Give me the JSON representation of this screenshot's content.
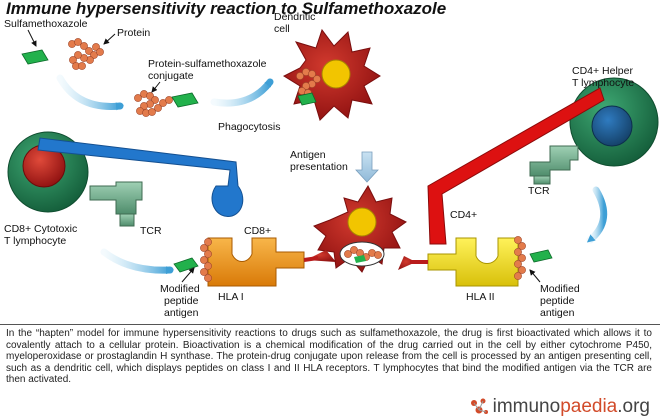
{
  "title": "Immune hypersensitivity reaction to Sulfamethoxazole",
  "labels": {
    "sulfamethoxazole": "Sulfamethoxazole",
    "protein": "Protein",
    "conjugate_1": "Protein-sulfamethoxazole",
    "conjugate_2": "conjugate",
    "dendritic_1": "Dendritic",
    "dendritic_2": "cell",
    "phagocytosis": "Phagocytosis",
    "antigen_1": "Antigen",
    "antigen_2": "presentation",
    "helper_1": "CD4+ Helper",
    "helper_2": "T lymphocyte",
    "cytotoxic_1": "CD8+ Cytotoxic",
    "cytotoxic_2": "T lymphocyte",
    "tcr_left": "TCR",
    "tcr_right": "TCR",
    "cd8": "CD8+",
    "cd4": "CD4+",
    "hla1": "HLA I",
    "hla2": "HLA II",
    "modified_left_1": "Modified",
    "modified_left_2": "peptide",
    "modified_left_3": "antigen",
    "modified_right_1": "Modified",
    "modified_right_2": "peptide",
    "modified_right_3": "antigen"
  },
  "caption": "In the “hapten” model for immune hypersensitivity reactions to drugs such as sulfamethoxazole, the drug is first bioactivated which allows it to covalently attach to a cellular protein. Bioactivation is a chemical modification of the drug carried out in the cell by either cytochrome P450, myeloperoxidase or prostaglandin H synthase. The protein-drug conjugate upon release from the cell is processed by an antigen presenting cell, such as a dendritic cell, which displays peptides on class I and II HLA receptors. T lymphocytes that bind the modified antigen via the TCR are then activated.",
  "logo": {
    "part1": "immuno",
    "part2": "paedia",
    "part3": ".org"
  },
  "colors": {
    "drug": "#22b14c",
    "protein": "#e07a4a",
    "dendritic": "#b91c1c",
    "helper_cell": "#1f7a4f",
    "cytotoxic_cell": "#1f7a4f",
    "cytotoxic_nucleus": "#b71c1c",
    "helper_nucleus": "#1d5a8c",
    "hla1": "#f39c12",
    "hla2": "#f5e11a",
    "tcr": "#6ba88a",
    "cd8": "#2277cc",
    "cd4": "#dd1111",
    "arrow": "#5ab0dd"
  }
}
